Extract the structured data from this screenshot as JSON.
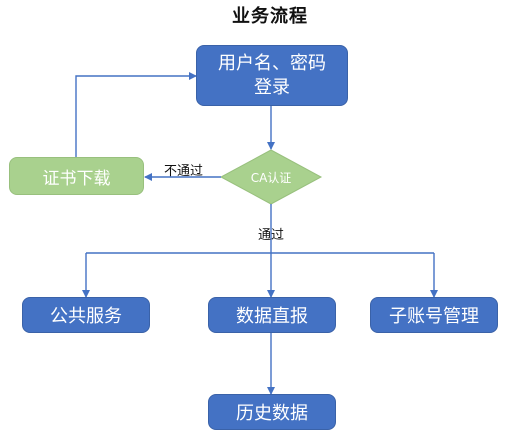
{
  "title": "业务流程",
  "nodes": {
    "login": {
      "line1": "用户名、密码",
      "line2": "登录"
    },
    "ca": "CA认证",
    "cert_download": "证书下载",
    "public_service": "公共服务",
    "direct_report": "数据直报",
    "sub_account": "子账号管理",
    "history_data": "历史数据"
  },
  "edges": {
    "fail_label": "不通过",
    "pass_label": "通过"
  },
  "colors": {
    "blue_node": "#4472c4",
    "green_node": "#a9d18e",
    "connector": "#4472c4"
  }
}
